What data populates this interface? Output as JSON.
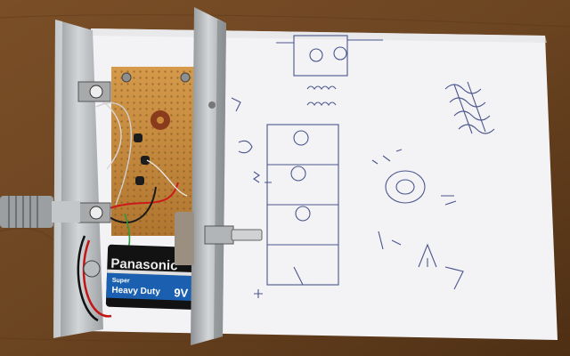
{
  "scene": {
    "battery": {
      "brand": "Panasonic",
      "line1": "Super",
      "line2": "Heavy Duty",
      "voltage": "9V"
    }
  },
  "colors": {
    "table": "#6b4421",
    "paper": "#f4f4f6",
    "ink": "#2e3a7a",
    "board": "#c98a3a",
    "metal": "#b9bdbf",
    "battery_black": "#111111",
    "battery_blue": "#1a5fb0"
  }
}
